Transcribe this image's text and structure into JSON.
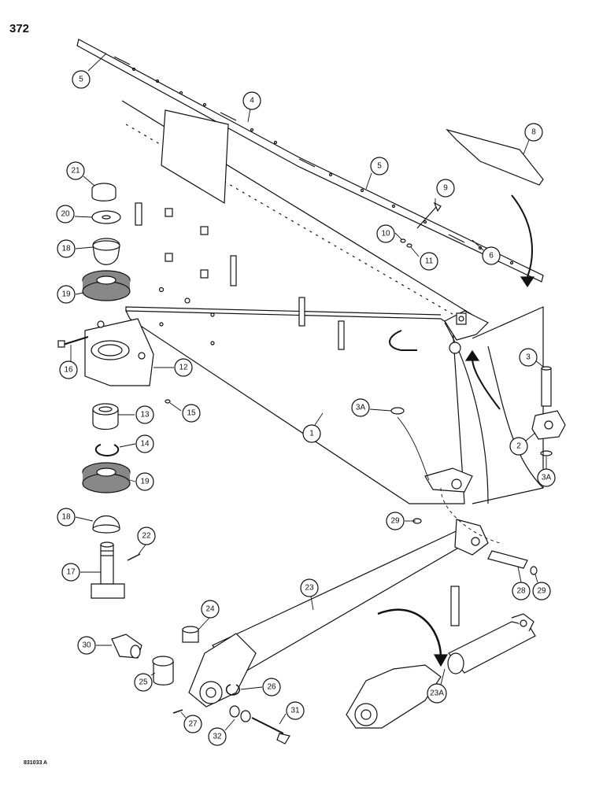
{
  "page_number": "372",
  "figure_code": "831033 A",
  "callouts": [
    {
      "id": "c5a",
      "label": "5"
    },
    {
      "id": "c4",
      "label": "4"
    },
    {
      "id": "c8",
      "label": "8"
    },
    {
      "id": "c21",
      "label": "21"
    },
    {
      "id": "c5b",
      "label": "5"
    },
    {
      "id": "c9",
      "label": "9"
    },
    {
      "id": "c20",
      "label": "20"
    },
    {
      "id": "c10",
      "label": "10"
    },
    {
      "id": "c11",
      "label": "11"
    },
    {
      "id": "c6",
      "label": "6"
    },
    {
      "id": "c18a",
      "label": "18"
    },
    {
      "id": "c19a",
      "label": "19"
    },
    {
      "id": "c16",
      "label": "16"
    },
    {
      "id": "c12",
      "label": "12"
    },
    {
      "id": "c3",
      "label": "3"
    },
    {
      "id": "c13",
      "label": "13"
    },
    {
      "id": "c15",
      "label": "15"
    },
    {
      "id": "c3Aa",
      "label": "3A"
    },
    {
      "id": "c14",
      "label": "14"
    },
    {
      "id": "c1",
      "label": "1"
    },
    {
      "id": "c2",
      "label": "2"
    },
    {
      "id": "c3Ab",
      "label": "3A"
    },
    {
      "id": "c19b",
      "label": "19"
    },
    {
      "id": "c18b",
      "label": "18"
    },
    {
      "id": "c29a",
      "label": "29"
    },
    {
      "id": "c22",
      "label": "22"
    },
    {
      "id": "c17",
      "label": "17"
    },
    {
      "id": "c23",
      "label": "23"
    },
    {
      "id": "c28",
      "label": "28"
    },
    {
      "id": "c29b",
      "label": "29"
    },
    {
      "id": "c24",
      "label": "24"
    },
    {
      "id": "c30",
      "label": "30"
    },
    {
      "id": "c26",
      "label": "26"
    },
    {
      "id": "c25",
      "label": "25"
    },
    {
      "id": "c23A",
      "label": "23A"
    },
    {
      "id": "c31",
      "label": "31"
    },
    {
      "id": "c27",
      "label": "27"
    },
    {
      "id": "c32",
      "label": "32"
    }
  ]
}
